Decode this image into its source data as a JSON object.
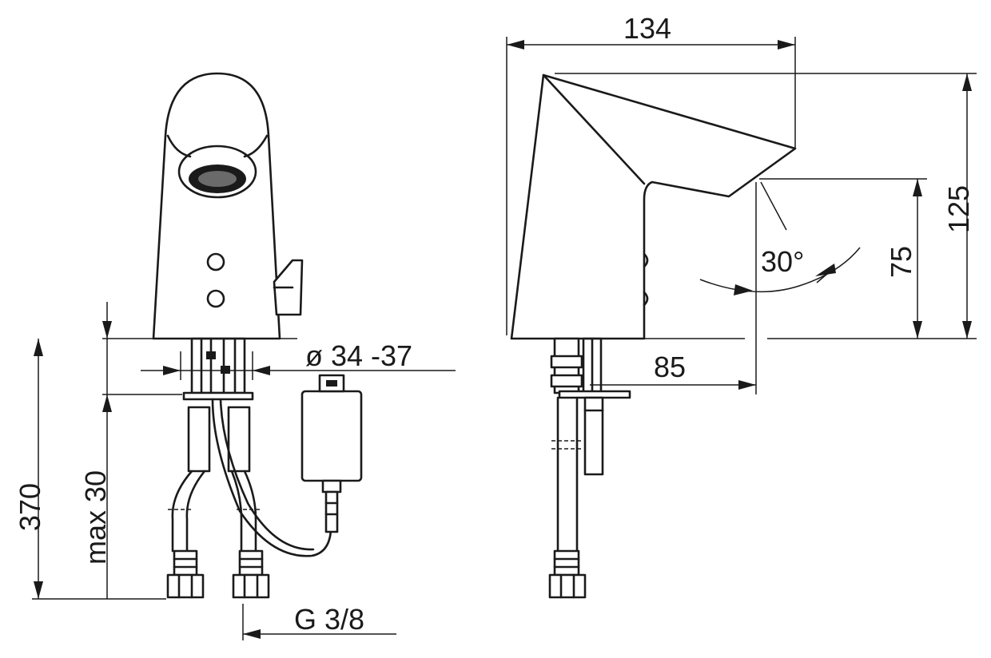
{
  "dimensions": {
    "width_134": "134",
    "height_125": "125",
    "spout_height_75": "75",
    "angle_30": "30°",
    "reach_85": "85",
    "total_height_370": "370",
    "max_thickness": "max 30",
    "hole_diameter": "ø 34 -37",
    "connection_thread": "G 3/8"
  },
  "colors": {
    "line": "#1a1a1a",
    "background": "#ffffff"
  }
}
